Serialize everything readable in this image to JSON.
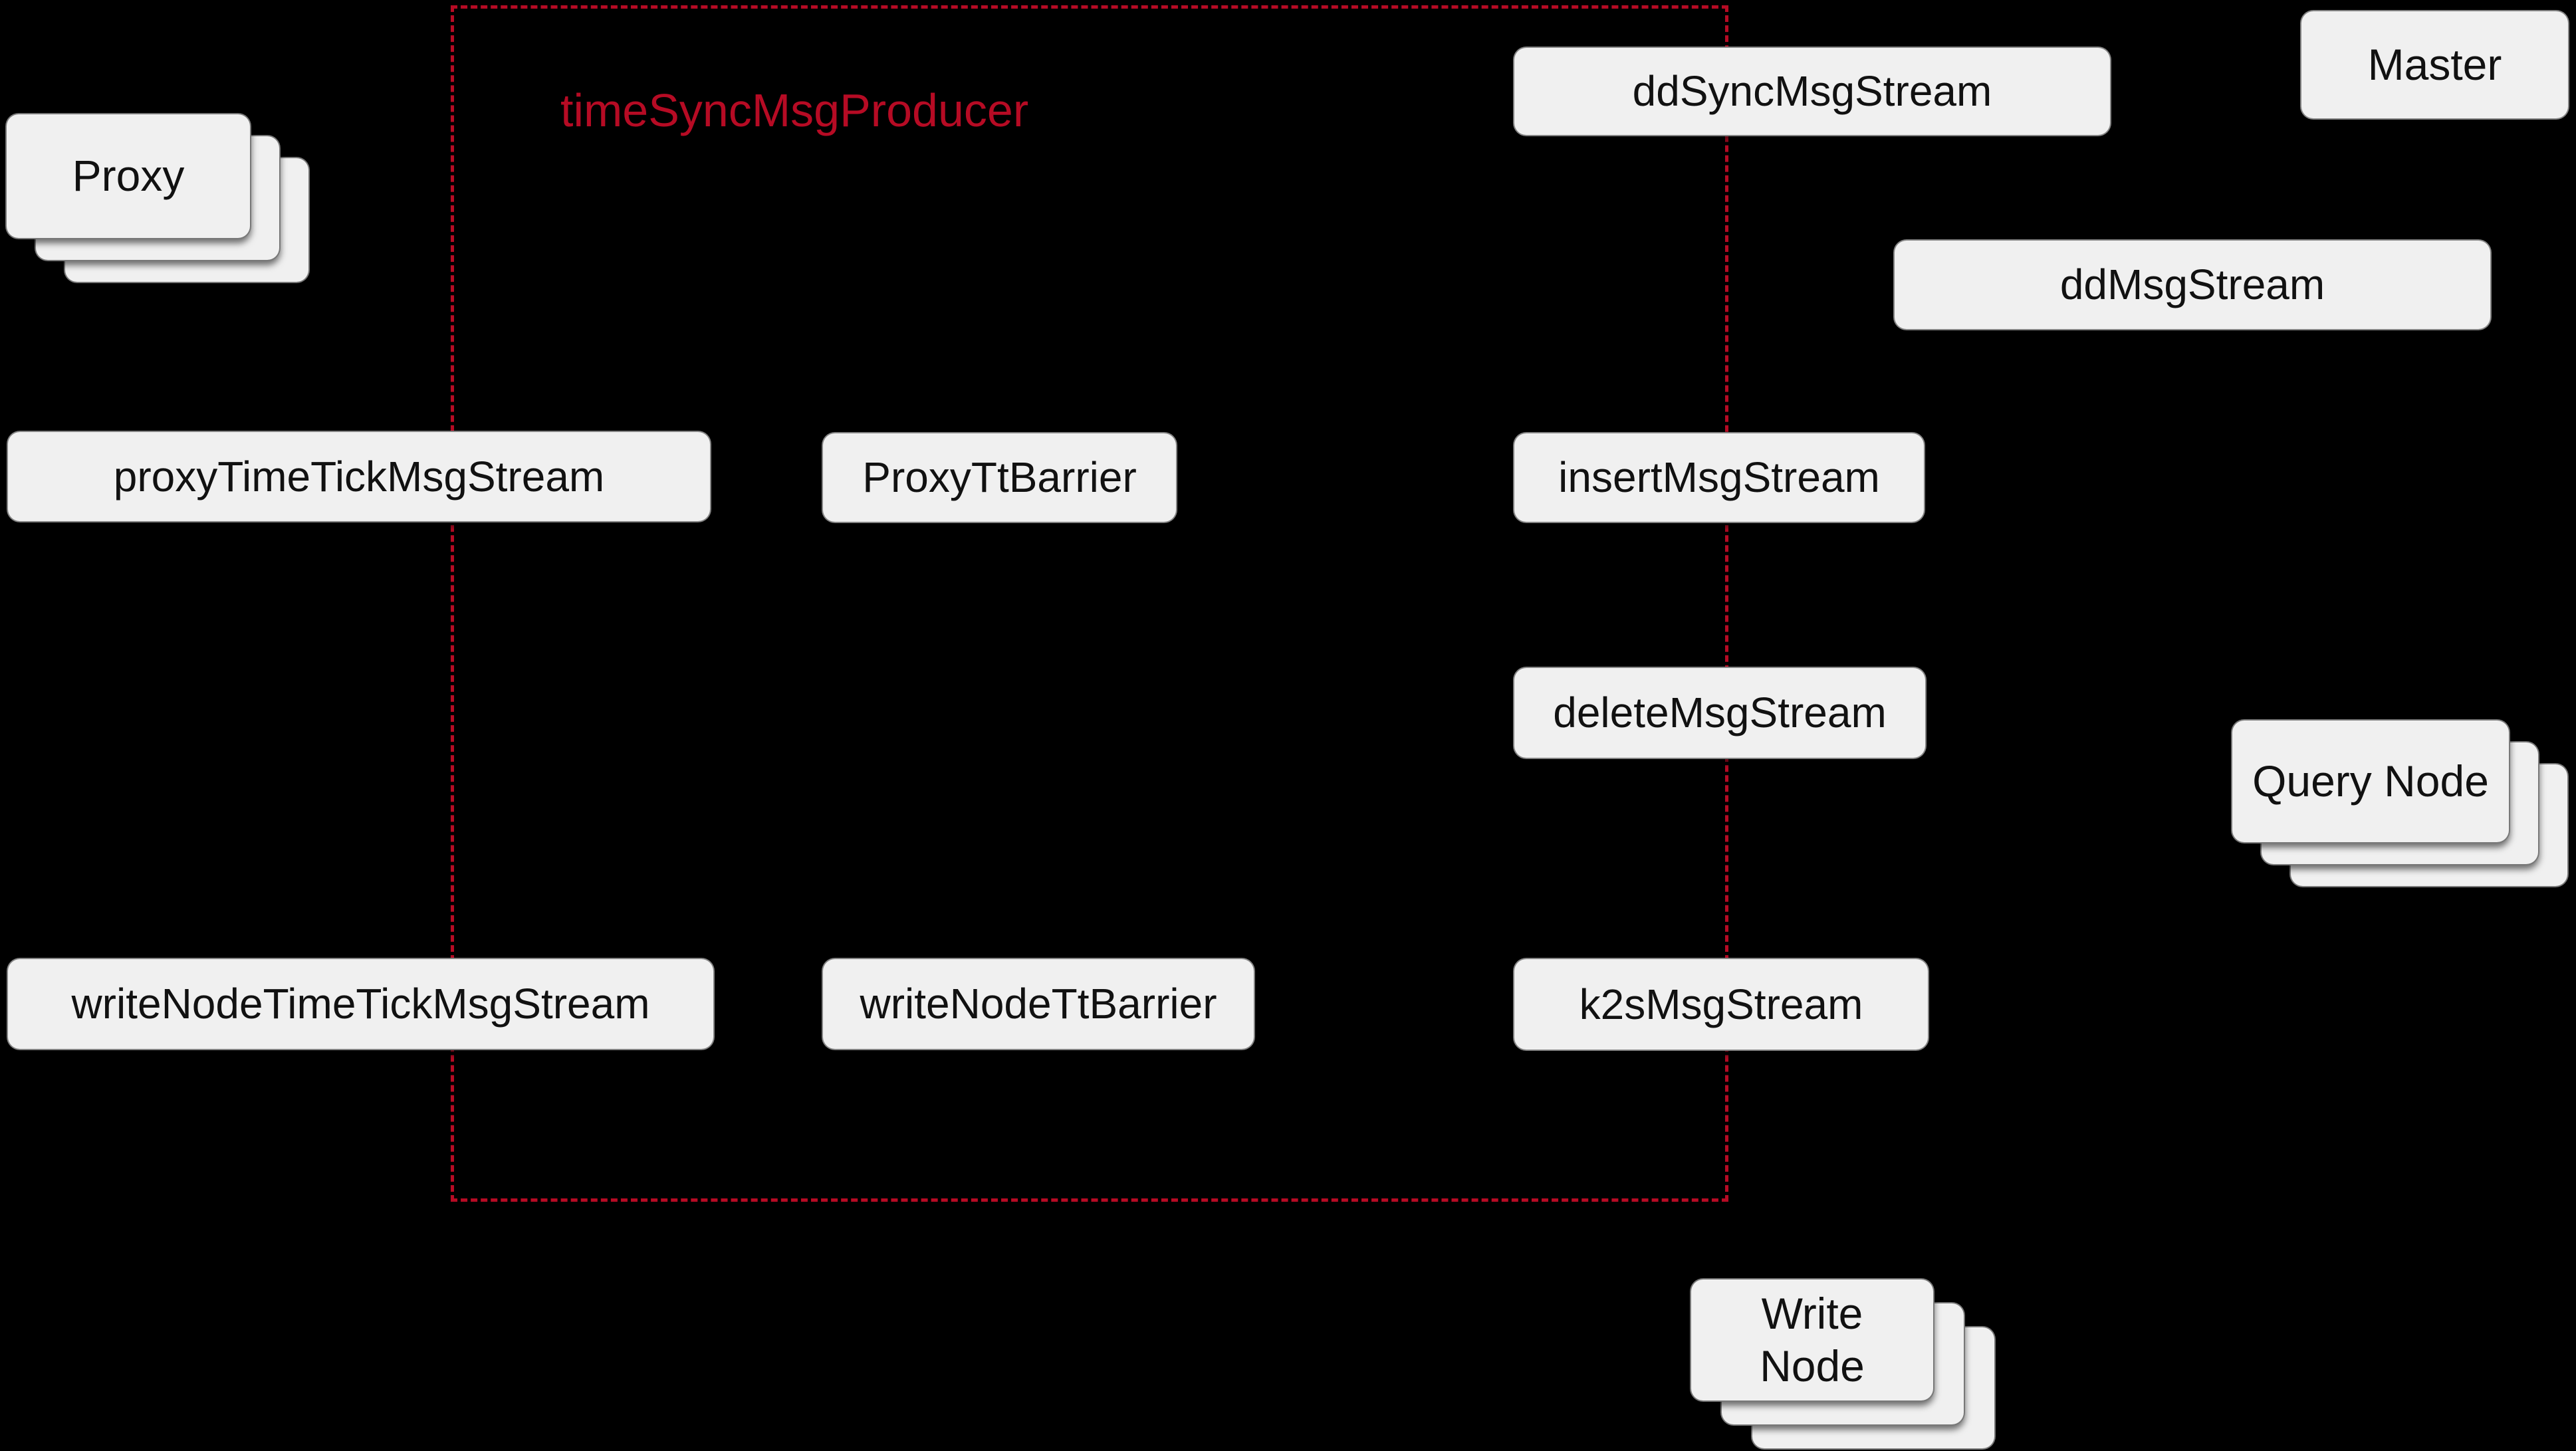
{
  "diagram": {
    "producer_group": {
      "label": "timeSyncMsgProducer"
    },
    "nodes": {
      "proxy": {
        "label": "Proxy",
        "stacked": true
      },
      "dd_sync_msg_stream": {
        "label": "ddSyncMsgStream"
      },
      "master": {
        "label": "Master"
      },
      "dd_msg_stream": {
        "label": "ddMsgStream"
      },
      "proxy_time_tick_msg_stream": {
        "label": "proxyTimeTickMsgStream"
      },
      "proxy_tt_barrier": {
        "label": "ProxyTtBarrier"
      },
      "insert_msg_stream": {
        "label": "insertMsgStream"
      },
      "delete_msg_stream": {
        "label": "deleteMsgStream"
      },
      "query_node": {
        "label": "Query Node",
        "stacked": true
      },
      "write_node_time_tick_msg_stream": {
        "label": "writeNodeTimeTickMsgStream"
      },
      "write_node_tt_barrier": {
        "label": "writeNodeTtBarrier"
      },
      "k2s_msg_stream": {
        "label": "k2sMsgStream"
      },
      "write_node": {
        "label": "Write Node",
        "stacked": true
      }
    },
    "colors": {
      "background": "#000000",
      "node_fill": "#f0f0f0",
      "node_text": "#111111",
      "accent_red": "#b60b24"
    }
  }
}
